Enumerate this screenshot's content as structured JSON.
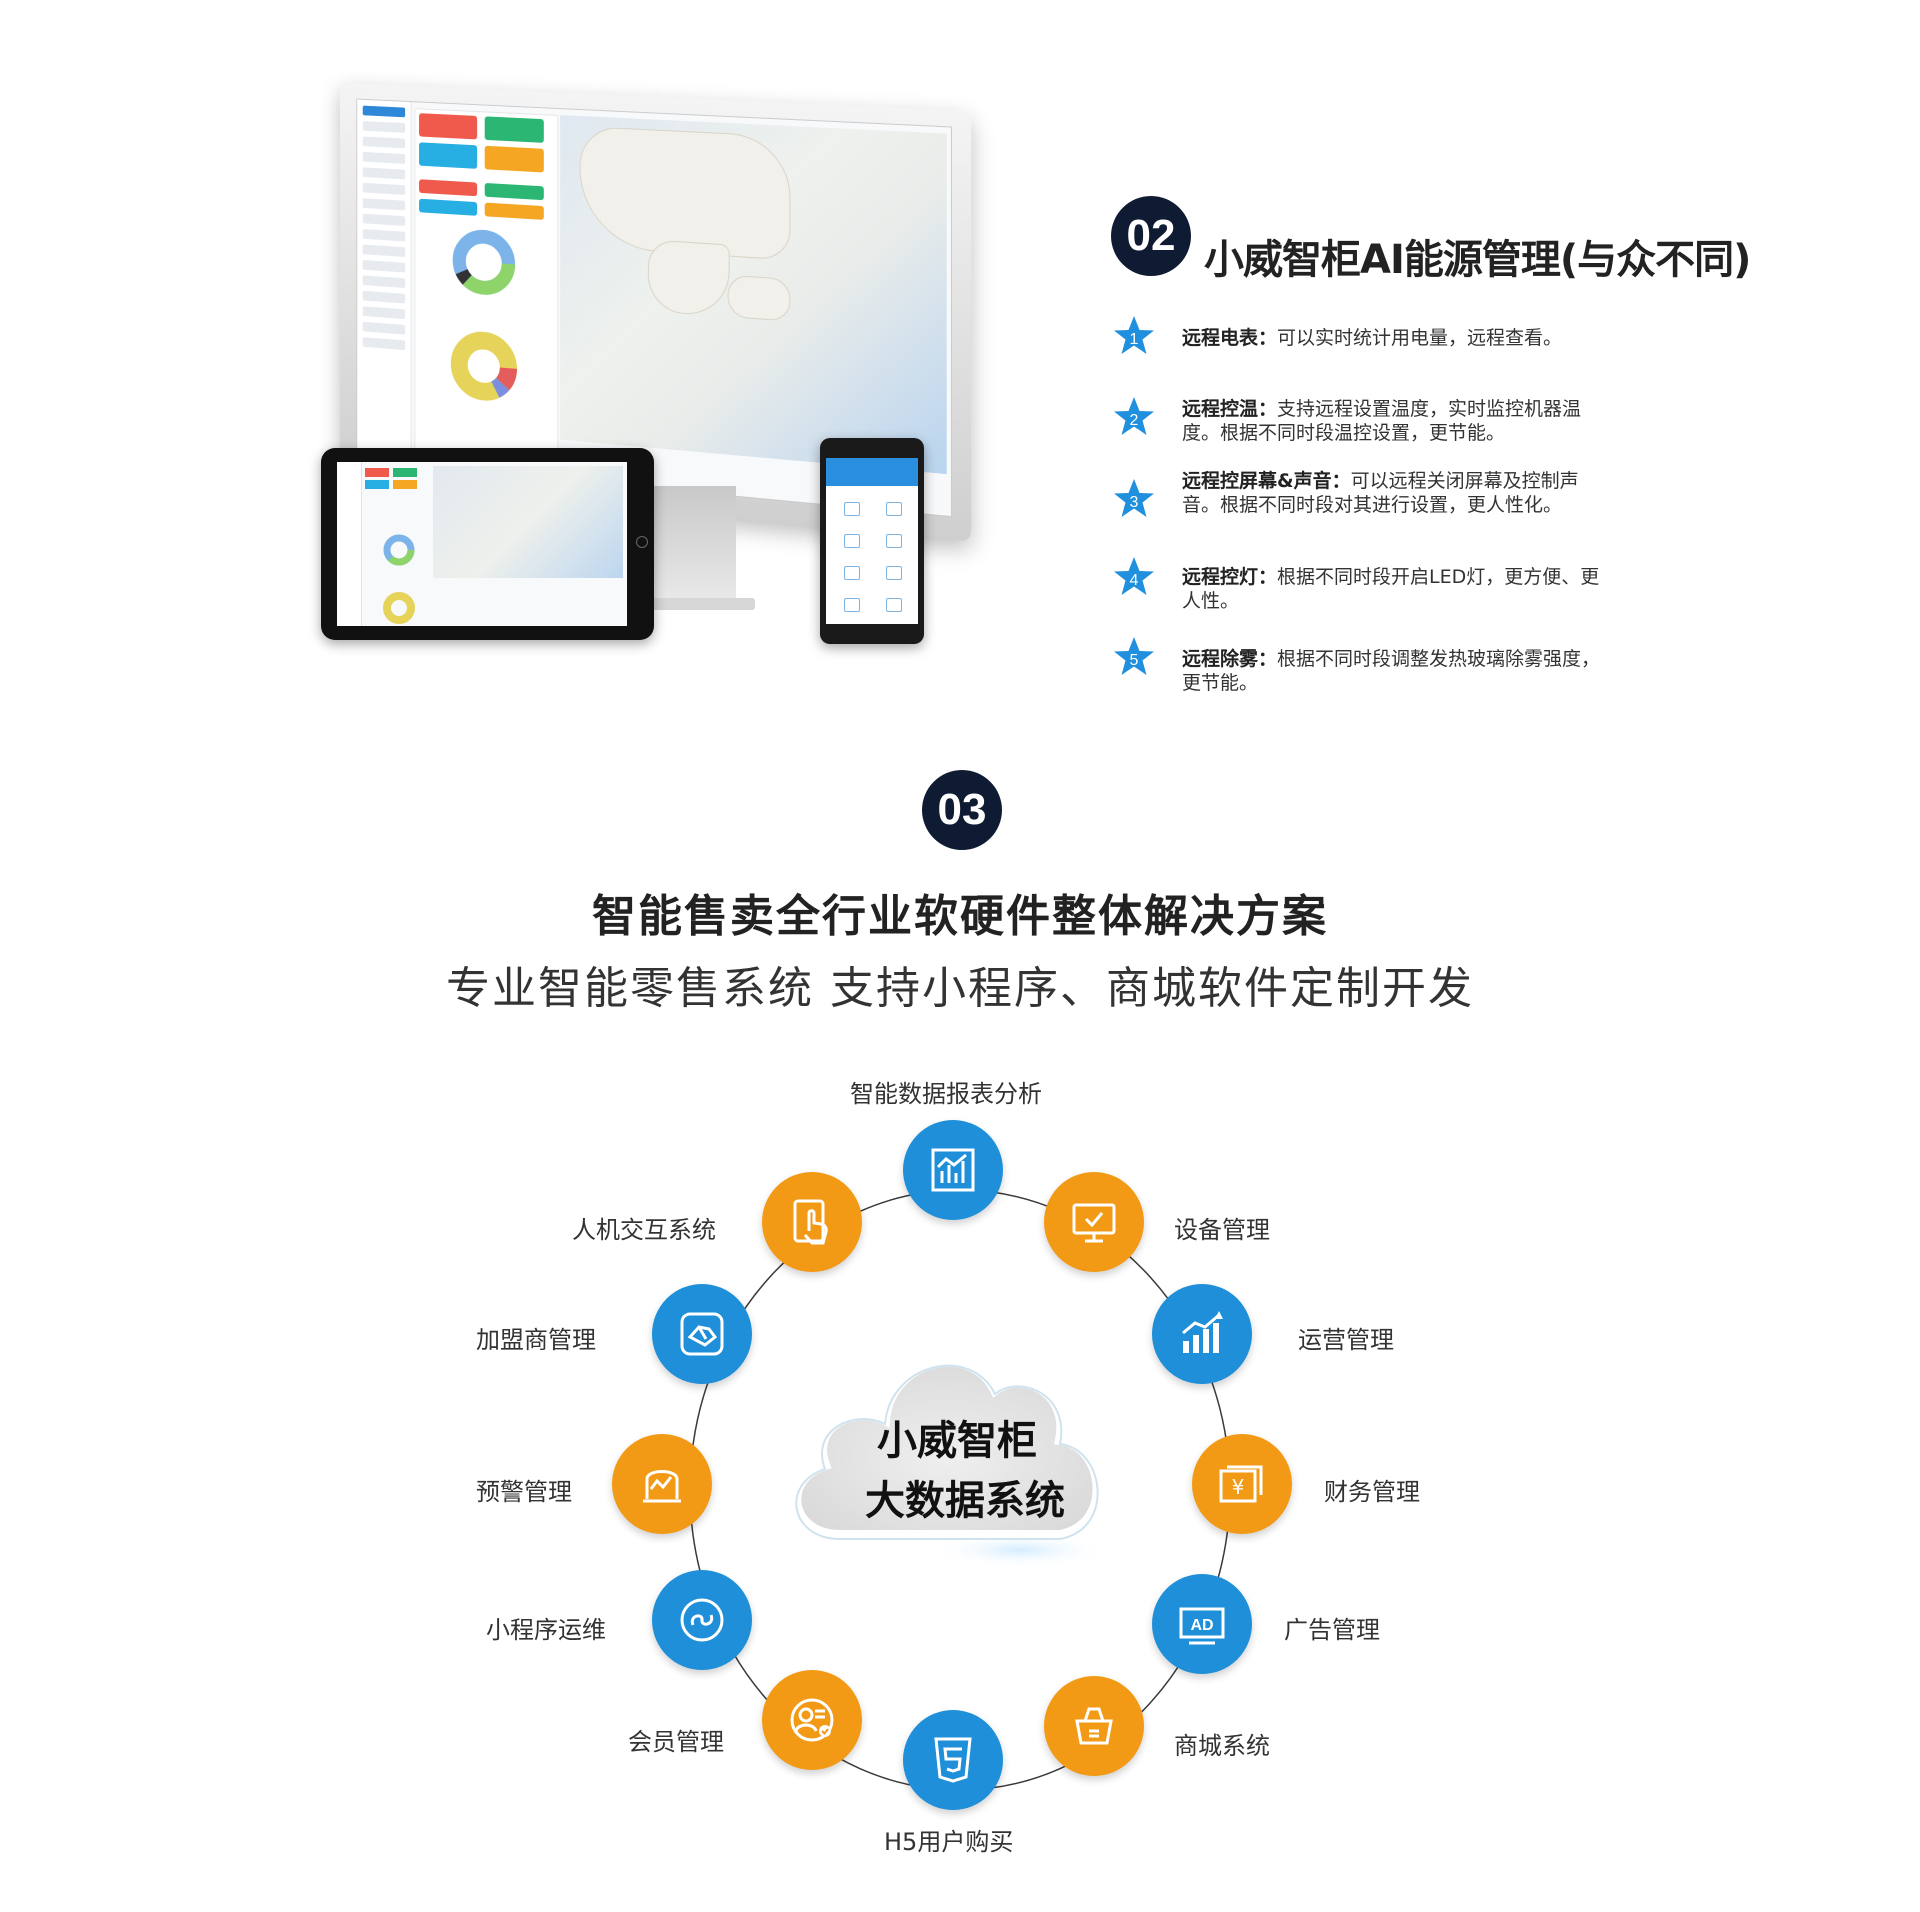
{
  "section02": {
    "badge": "02",
    "title": "小威智柜AI能源管理(与众不同)",
    "features": [
      {
        "num": "1",
        "title": "远程电表：",
        "text": "可以实时统计用电量，远程查看。"
      },
      {
        "num": "2",
        "title": "远程控温：",
        "text": "支持远程设置温度，实时监控机器温度。根据不同时段温控设置，更节能。"
      },
      {
        "num": "3",
        "title": "远程控屏幕&声音：",
        "text": "可以远程关闭屏幕及控制声音。根据不同时段对其进行设置，更人性化。"
      },
      {
        "num": "4",
        "title": "远程控灯：",
        "text": "根据不同时段开启LED灯，更方便、更人性。"
      },
      {
        "num": "5",
        "title": "远程除雾：",
        "text": "根据不同时段调整发热玻璃除雾强度，更节能。"
      }
    ]
  },
  "section03": {
    "badge": "03",
    "heading": "智能售卖全行业软硬件整体解决方案",
    "subheading": "专业智能零售系统 支持小程序、商城软件定制开发",
    "center": {
      "line1": "小威智柜",
      "line2": "大数据系统"
    },
    "modules": [
      {
        "label": "智能数据报表分析",
        "icon": "report-chart-icon",
        "color": "#1e8fd8"
      },
      {
        "label": "设备管理",
        "icon": "monitor-check-icon",
        "color": "#f29a16"
      },
      {
        "label": "运营管理",
        "icon": "growth-bars-icon",
        "color": "#1e8fd8"
      },
      {
        "label": "财务管理",
        "icon": "yuan-wallet-icon",
        "color": "#f29a16"
      },
      {
        "label": "广告管理",
        "icon": "ad-screen-icon",
        "color": "#1e8fd8"
      },
      {
        "label": "商城系统",
        "icon": "shopping-basket-icon",
        "color": "#f29a16"
      },
      {
        "label": "H5用户购买",
        "icon": "html5-icon",
        "color": "#1e8fd8"
      },
      {
        "label": "会员管理",
        "icon": "member-card-icon",
        "color": "#f29a16"
      },
      {
        "label": "小程序运维",
        "icon": "mini-program-icon",
        "color": "#1e8fd8"
      },
      {
        "label": "预警管理",
        "icon": "warning-line-icon",
        "color": "#f29a16"
      },
      {
        "label": "加盟商管理",
        "icon": "franchise-handshake-icon",
        "color": "#1e8fd8"
      },
      {
        "label": "人机交互系统",
        "icon": "touch-hand-icon",
        "color": "#f29a16"
      }
    ]
  },
  "colors": {
    "accent_blue": "#1e8fd8",
    "accent_orange": "#f29a16",
    "badge_navy": "#0e1b33"
  }
}
